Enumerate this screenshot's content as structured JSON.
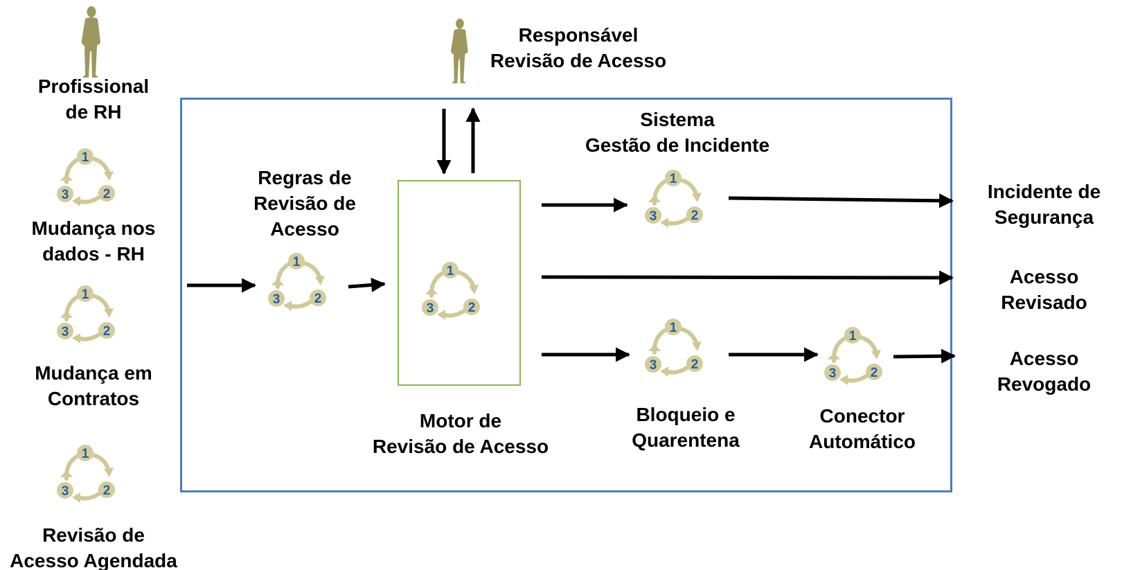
{
  "colors": {
    "frame": "#4a7ebb",
    "engine_frame": "#8db45a",
    "cycle_fill": "#d1cda0",
    "cycle_arrow": "#cfc99a",
    "cycle_digit": "#2e5c9a",
    "person": "#9c9860",
    "arrow": "#000000"
  },
  "icons": {
    "person": "person-icon",
    "cycle": "cycle-123-icon"
  },
  "cycle_digits": [
    "1",
    "2",
    "3"
  ],
  "inputs": {
    "hr_professional": [
      "Profissional",
      "de RH"
    ],
    "hr_data_change": [
      "Mudança nos",
      "dados - RH"
    ],
    "contract_change": [
      "Mudança em",
      "Contratos"
    ],
    "scheduled_review": [
      "Revisão de",
      "Acesso Agendada"
    ]
  },
  "reviewer": [
    "Responsável",
    "Revisão de Acesso"
  ],
  "rules": [
    "Regras de",
    "Revisão de",
    "Acesso"
  ],
  "engine": [
    "Motor de",
    "Revisão de Acesso"
  ],
  "incident_system": [
    "Sistema",
    "Gestão de Incidente"
  ],
  "quarantine": [
    "Bloqueio e",
    "Quarentena"
  ],
  "connector": [
    "Conector",
    "Automático"
  ],
  "outputs": {
    "security_incident": [
      "Incidente de",
      "Segurança"
    ],
    "access_reviewed": [
      "Acesso",
      "Revisado"
    ],
    "access_revoked": [
      "Acesso",
      "Revogado"
    ]
  }
}
